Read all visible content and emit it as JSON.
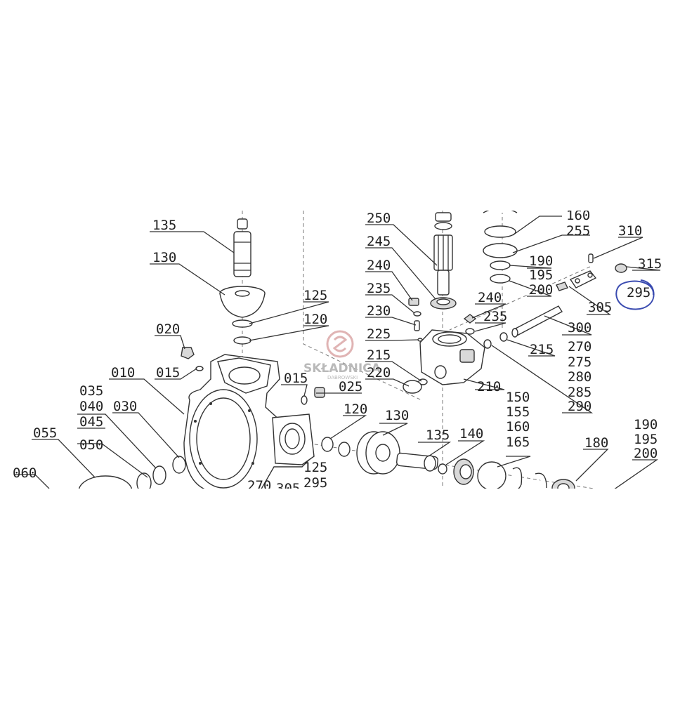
{
  "watermark": {
    "brand": "SKŁADNICA",
    "sub": "DABROWSKI"
  },
  "highlight_color": "#3a4bb0",
  "labels": {
    "l135a": "135",
    "l130a": "130",
    "l125a": "125",
    "l120a": "120",
    "l020": "020",
    "l015a": "015",
    "l010": "010",
    "l035": "035",
    "l040": "040",
    "l045": "045",
    "l030": "030",
    "l055": "055",
    "l050": "050",
    "l060": "060",
    "l015b": "015",
    "l025": "025",
    "l120b": "120",
    "l125b": "125",
    "l295b": "295",
    "l270b": "270",
    "l305b": "305",
    "l130b": "130",
    "l135b": "135",
    "l140": "140",
    "l250": "250",
    "l245": "245",
    "l240a": "240",
    "l235a": "235",
    "l230": "230",
    "l225": "225",
    "l215a": "215",
    "l220": "220",
    "l210": "210",
    "l240b": "240",
    "l235b": "235",
    "l160a": "160",
    "l255": "255",
    "l190a": "190",
    "l195a": "195",
    "l200a": "200",
    "l310": "310",
    "l315": "315",
    "l295a": "295",
    "l305a": "305",
    "l300": "300",
    "l215b": "215",
    "l270a": "270",
    "l275": "275",
    "l280": "280",
    "l285": "285",
    "l290": "290",
    "l150": "150",
    "l155": "155",
    "l160b": "160",
    "l165": "165",
    "l180": "180",
    "l190b": "190",
    "l195b": "195",
    "l200b": "200"
  }
}
